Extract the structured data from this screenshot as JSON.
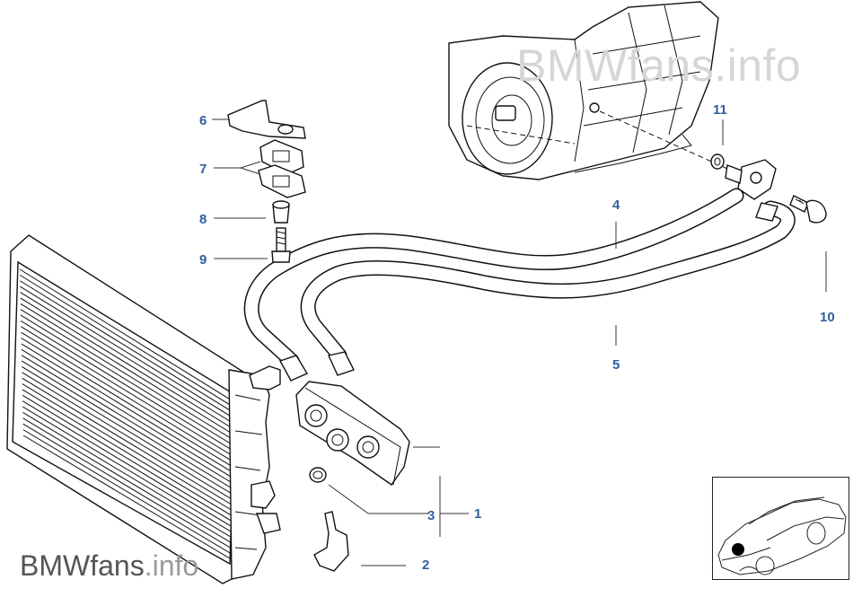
{
  "watermark": {
    "top_text": "BMWfans.info",
    "bottom_brand": "BMWfans",
    "bottom_suffix": ".info"
  },
  "callouts": {
    "c1": "1",
    "c2": "2",
    "c3": "3",
    "c4": "4",
    "c5": "5",
    "c6": "6",
    "c7": "7",
    "c8": "8",
    "c9": "9",
    "c10": "10",
    "c11": "11"
  },
  "colors": {
    "callout": "#2f5f9e",
    "line": "#111111",
    "watermark": "#d6d6d6"
  },
  "icons": {
    "thumbnail": "car-location-thumbnail-icon"
  }
}
